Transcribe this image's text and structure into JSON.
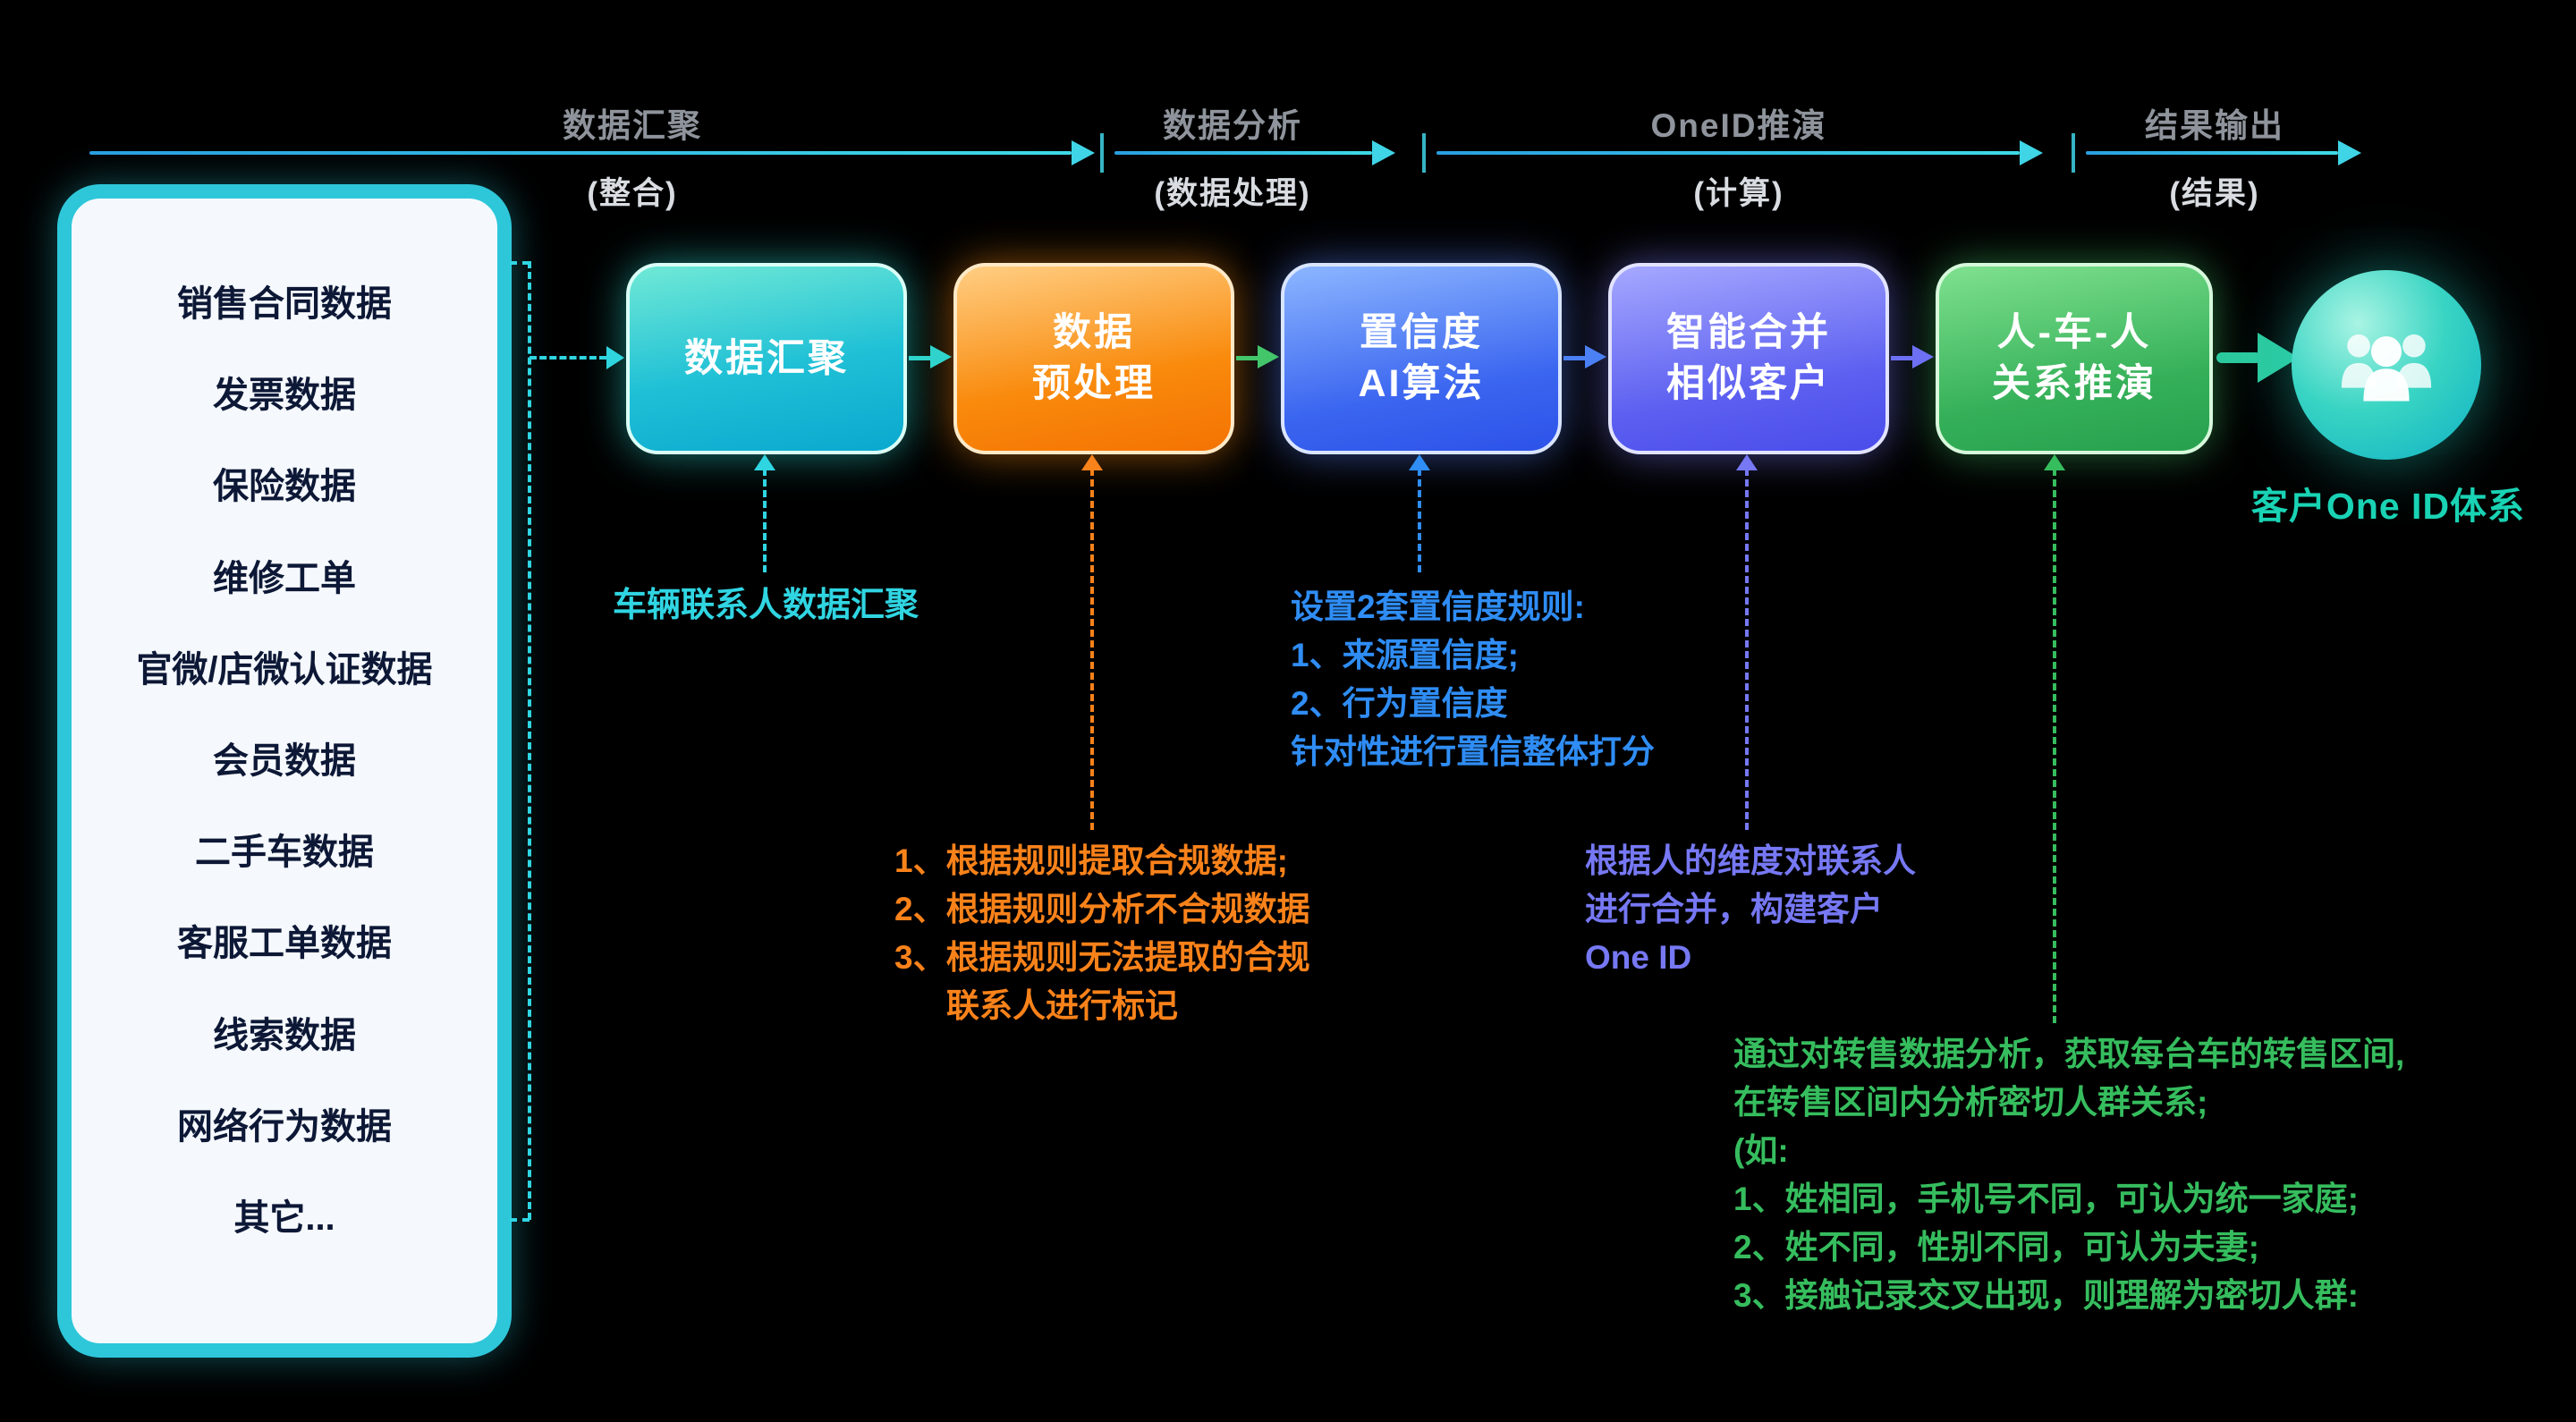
{
  "phases": [
    {
      "label": "数据汇聚",
      "sub": "(整合)"
    },
    {
      "label": "数据分析",
      "sub": "(数据处理)"
    },
    {
      "label": "OneID推演",
      "sub": "(计算)"
    },
    {
      "label": "结果输出",
      "sub": "(结果)"
    }
  ],
  "sources": [
    "销售合同数据",
    "发票数据",
    "保险数据",
    "维修工单",
    "官微/店微认证数据",
    "会员数据",
    "二手车数据",
    "客服工单数据",
    "线索数据",
    "网络行为数据",
    "其它..."
  ],
  "steps": [
    {
      "lines": [
        "数据汇聚"
      ]
    },
    {
      "lines": [
        "数据",
        "预处理"
      ]
    },
    {
      "lines": [
        "置信度",
        "AI算法"
      ]
    },
    {
      "lines": [
        "智能合并",
        "相似客户"
      ]
    },
    {
      "lines": [
        "人-车-人",
        "关系推演"
      ]
    }
  ],
  "result_label": "客户One ID体系",
  "annotations": {
    "aggregation": [
      "车辆联系人数据汇聚"
    ],
    "preprocess": [
      "1、根据规则提取合规数据;",
      "2、根据规则分析不合规数据",
      "3、根据规则无法提取的合规",
      "联系人进行标记"
    ],
    "confidence": [
      "设置2套置信度规则:",
      "1、来源置信度;",
      "2、行为置信度",
      "针对性进行置信整体打分"
    ],
    "merge": [
      "根据人的维度对联系人",
      "进行合并，构建客户",
      "One ID"
    ],
    "relation": [
      "通过对转售数据分析，获取每台车的转售区间,",
      "在转售区间内分析密切人群关系;",
      "(如:",
      "1、姓相同，手机号不同，可认为统一家庭;",
      "2、姓不同，性别不同，可认为夫妻;",
      "3、接触记录交叉出现，则理解为密切人群:"
    ]
  },
  "colors": {
    "background": "#000000",
    "timeline": "#3fd4e6",
    "phase_label": "#8f949c",
    "phase_sub": "#d9dde2",
    "panel_border": "#2ec7da",
    "panel_bg": "#f5f9fd",
    "panel_text": "#0d1836",
    "step_teal": "#1fc0d6",
    "step_orange": "#f98a0c",
    "step_blue": "#3b66f0",
    "step_indigo": "#5c5ff0",
    "step_green": "#35b059",
    "annotation_cyan": "#30d5e2",
    "annotation_blue": "#2f8df5",
    "annotation_orange": "#f9821a",
    "annotation_indigo": "#7678f4",
    "annotation_green": "#36bd5e",
    "result_accent": "#19d3b4"
  }
}
